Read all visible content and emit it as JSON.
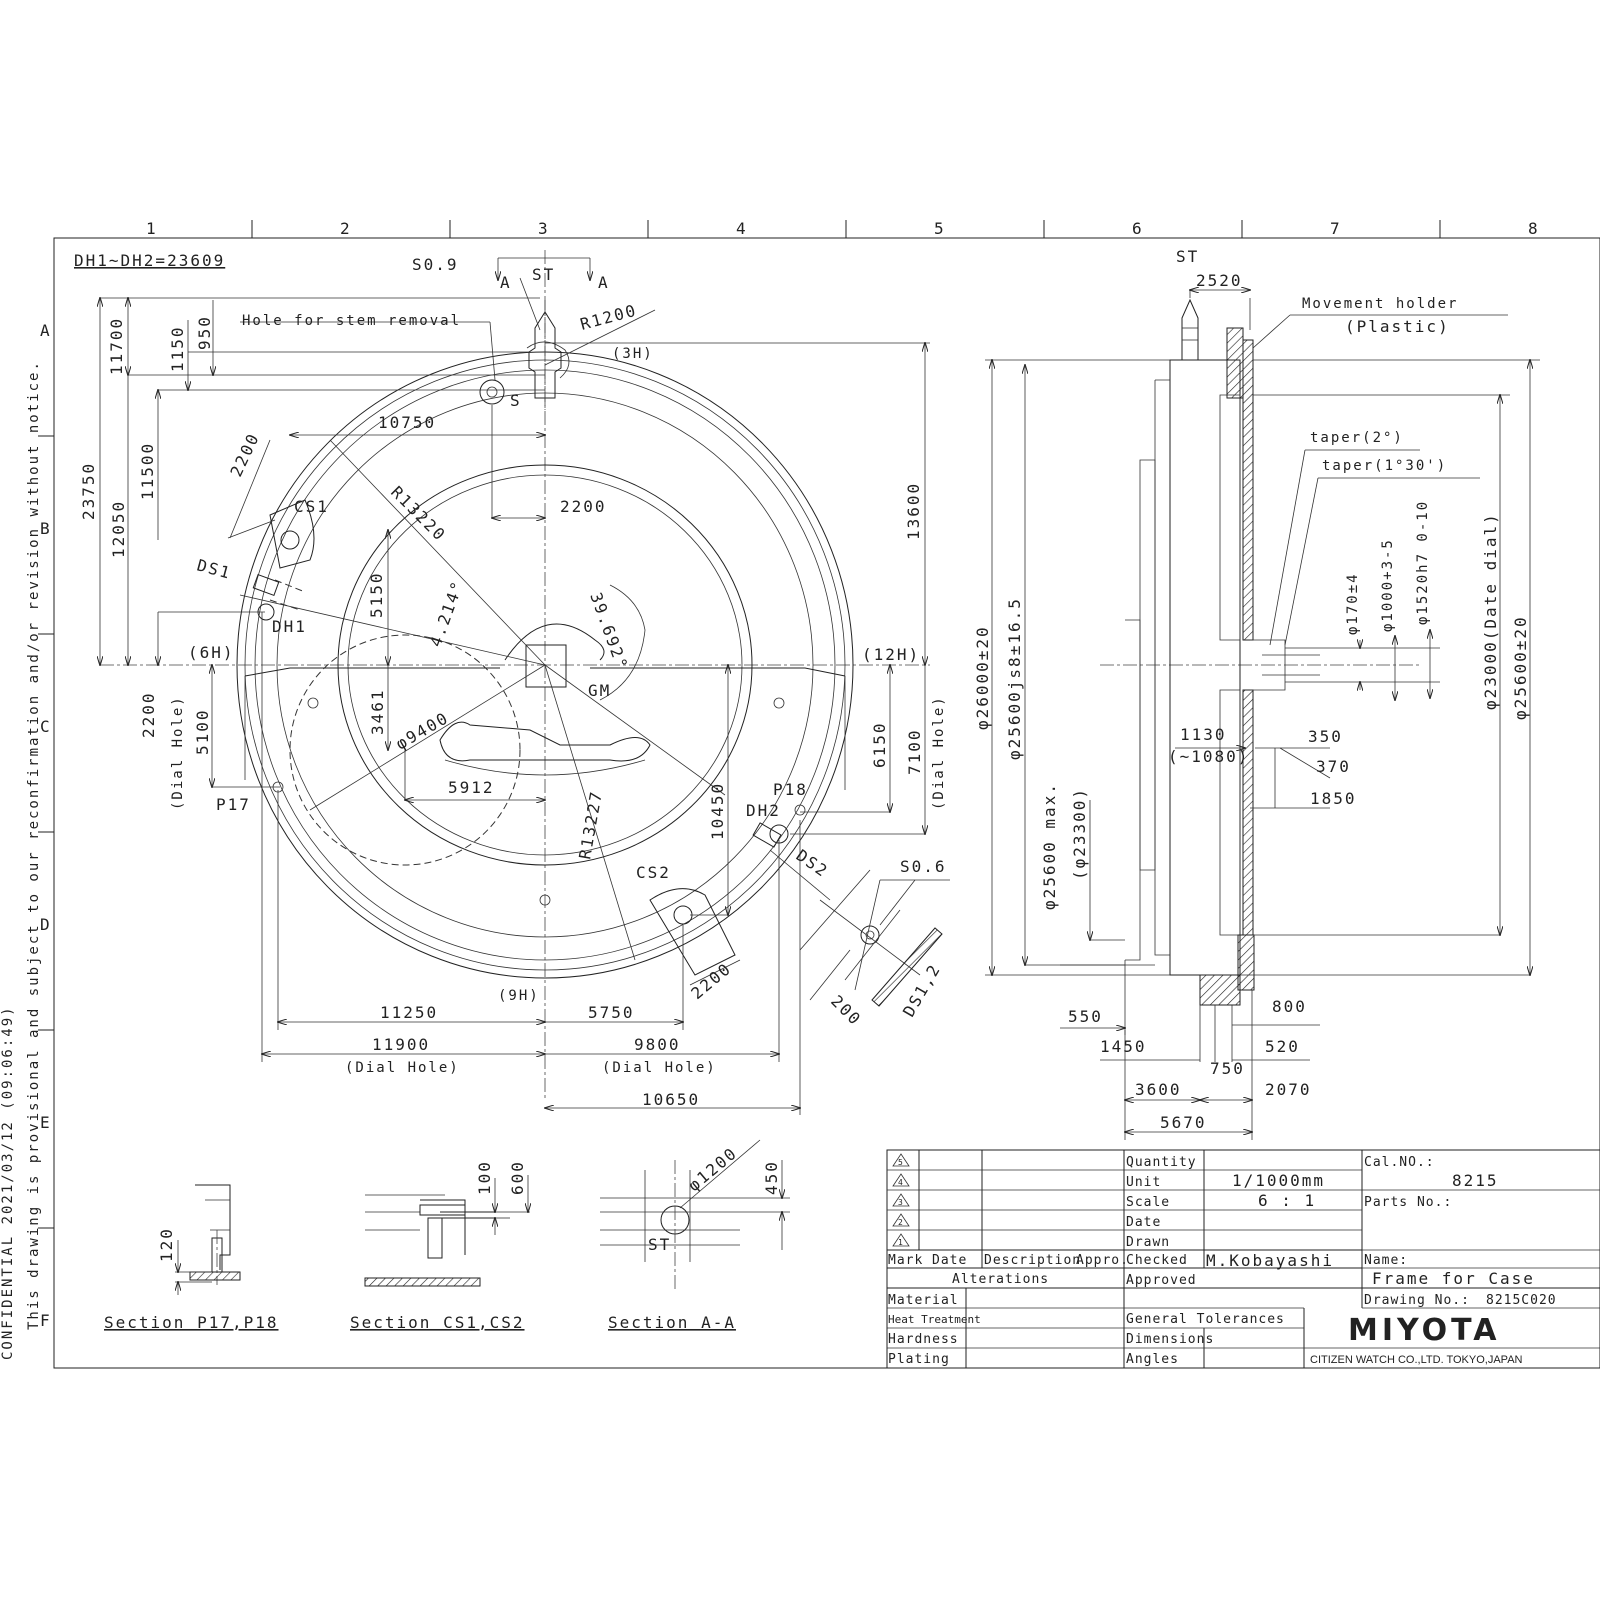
{
  "side_notice": {
    "line1": "This drawing is provisional and subject to our reconfirmation and/or revision without notice.",
    "line2": "CONFIDENTIAL  2021/03/12 (09:06:49)"
  },
  "grid": {
    "columns": [
      "1",
      "2",
      "3",
      "4",
      "5",
      "6",
      "7",
      "8"
    ],
    "rows": [
      "A",
      "B",
      "C",
      "D",
      "E",
      "F"
    ]
  },
  "front_view": {
    "note": "DH1~DH2=23609",
    "hole_for_stem_removal": "Hole for stem removal",
    "labels": {
      "s09": "S0.9",
      "a_left": "A",
      "st": "ST",
      "a_right": "A",
      "r1200": "R1200",
      "h3": "(3H)",
      "s": "S",
      "cs1": "CS1",
      "ds1": "DS1",
      "dh1": "DH1",
      "h6": "(6H)",
      "h12": "(12H)",
      "gm": "GM",
      "p17": "P17",
      "p18": "P18",
      "dh2": "DH2",
      "ds2": "DS2",
      "cs2": "CS2",
      "s06": "S0.6",
      "ds12": "DS1,2",
      "h9": "(9H)",
      "dial_hole_left": "(Dial Hole)",
      "dial_hole_right": "(Dial Hole)",
      "dial_hole_bottom_left": "(Dial Hole)",
      "dial_hole_bottom_right": "(Dial Hole)"
    },
    "dims": {
      "d11700": "11700",
      "d23750": "23750",
      "d950": "950",
      "d1150": "1150",
      "d12050": "12050",
      "d11500": "11500",
      "d10750": "10750",
      "d2200a": "2200",
      "r13220": "R13220",
      "d2200b": "2200",
      "d13600": "13600",
      "d5150": "5150",
      "a4214": "4.214°",
      "a39692": "39.692°",
      "d3461": "3461",
      "phi9400": "φ9400",
      "d2200c": "2200",
      "d5100": "5100",
      "d5912": "5912",
      "r13227": "R13227",
      "d10450": "10450",
      "d6150": "6150",
      "d7100": "7100",
      "d2200d": "2200",
      "d200": "200",
      "d11250": "11250",
      "d5750": "5750",
      "d11900": "11900",
      "d9800": "9800",
      "d10650": "10650"
    }
  },
  "side_view": {
    "st": "ST",
    "d2520": "2520",
    "movement_holder": "Movement holder",
    "plastic": "(Plastic)",
    "taper2": "taper(2°)",
    "taper130": "taper(1°30')",
    "phi26000": "φ26000±20",
    "phi25600js": "φ25600js8±16.5",
    "phi25600max": "φ25600 max.",
    "phi23300": "(φ23300)",
    "phi170": "φ170±4",
    "phi1000": "φ1000+3-5",
    "phi1520": "φ1520h7 0-10",
    "phi23000": "φ23000(Date dial)",
    "phi25600r": "φ25600±20",
    "d1130": "1130",
    "d1080": "(~1080)",
    "d350": "350",
    "d370": "370",
    "d1850": "1850",
    "d550": "550",
    "d800": "800",
    "d1450": "1450",
    "d520": "520",
    "d750": "750",
    "d3600": "3600",
    "d2070": "2070",
    "d5670": "5670"
  },
  "sections": {
    "p17_p18": {
      "title": "Section P17,P18",
      "dim": "120"
    },
    "cs1_cs2": {
      "title": "Section CS1,CS2",
      "dim100": "100",
      "dim600": "600"
    },
    "a_a": {
      "title": "Section A-A",
      "dim_phi": "φ1200",
      "dim450": "450",
      "st": "ST"
    }
  },
  "title_block": {
    "rev_marks": [
      "5",
      "4",
      "3",
      "2",
      "1"
    ],
    "col_mark": "Mark",
    "col_date": "Date",
    "col_desc": "Description",
    "col_appro": "Appro.",
    "alterations": "Alterations",
    "quantity_label": "Quantity",
    "unit_label": "Unit",
    "unit_value": "1/1000mm",
    "scale_label": "Scale",
    "scale_value": "6 : 1",
    "date_label": "Date",
    "drawn_label": "Drawn",
    "checked_label": "Checked",
    "checked_value": "M.Kobayashi",
    "approved_label": "Approved",
    "cal_no_label": "Cal.NO.:",
    "cal_no_value": "8215",
    "parts_no_label": "Parts No.:",
    "name_label": "Name:",
    "name_value": "Frame for Case",
    "drawing_no_label": "Drawing No.:",
    "drawing_no_value": "8215C020",
    "material_label": "Material",
    "heat_treatment_label": "Heat Treatment",
    "hardness_label": "Hardness",
    "plating_label": "Plating",
    "general_tolerances": "General Tolerances",
    "dimensions_label": "Dimensions",
    "angles_label": "Angles",
    "brand": "MIYOTA",
    "company": "CITIZEN WATCH CO.,LTD. TOKYO,JAPAN"
  }
}
